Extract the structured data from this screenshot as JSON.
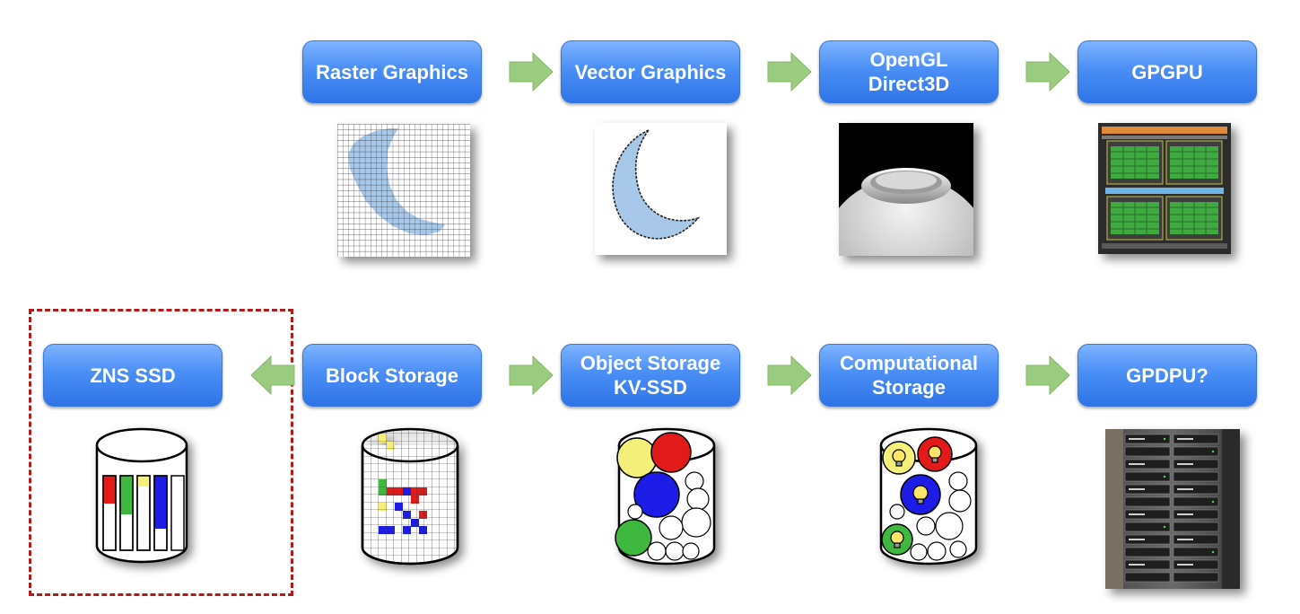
{
  "top_row": {
    "raster": "Raster Graphics",
    "vector": "Vector Graphics",
    "opengl_line1": "OpenGL",
    "opengl_line2": "Direct3D",
    "gpgpu": "GPGPU"
  },
  "bottom_row": {
    "zns": "ZNS SSD",
    "block": "Block Storage",
    "object_line1": "Object Storage",
    "object_line2": "KV-SSD",
    "computational_line1": "Computational",
    "computational_line2": "Storage",
    "gpdpu": "GPDPU?"
  },
  "colors": {
    "box_blue": "#4a8ff5",
    "arrow_green": "#9acb7e",
    "highlight_red": "#b31b1b",
    "moon_blue": "#a8c8ea"
  }
}
